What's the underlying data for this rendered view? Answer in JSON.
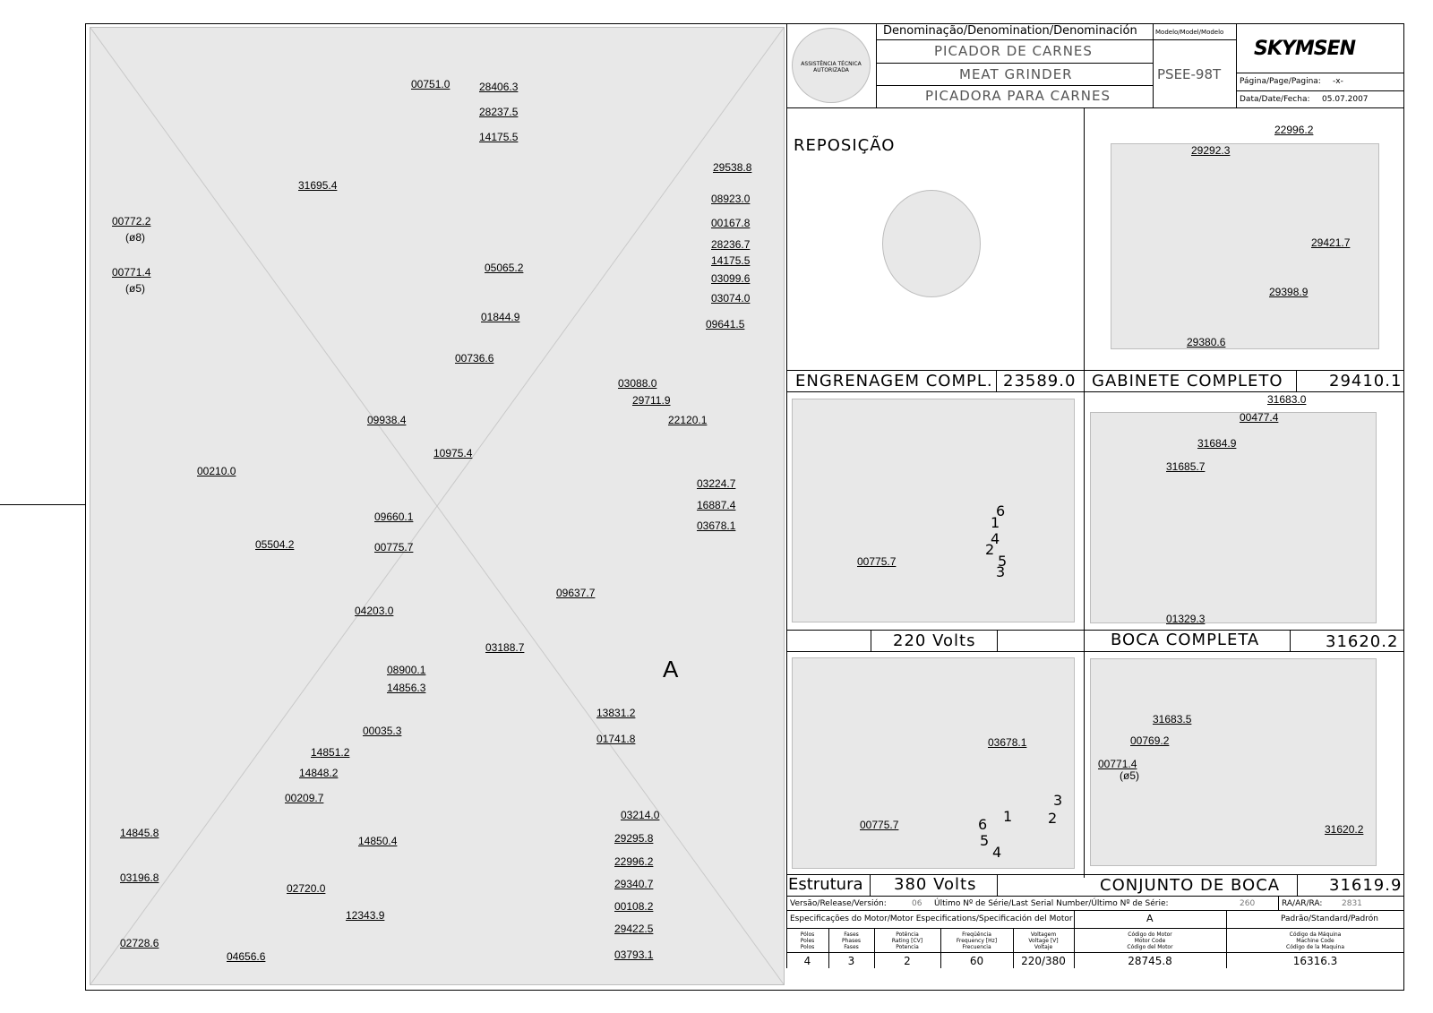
{
  "header": {
    "denomination_label": "Denominação/Denomination/Denominación",
    "model_label": "Modelo/Model/Modelo",
    "name_pt": "PICADOR DE CARNES",
    "name_en": "MEAT GRINDER",
    "name_es": "PICADORA PARA CARNES",
    "model": "PSEE-98T",
    "brand": "SKYMSEN",
    "seal_text": "ASSISTÊNCIA TÉCNICA AUTORIZADA",
    "page_label": "Página/Page/Pagina:",
    "page_value": "-x-",
    "date_label": "Data/Date/Fecha:",
    "date_value": "05.07.2007"
  },
  "drawing": {
    "callouts": [
      "00751.0",
      "31695.4",
      "00772.2",
      "(ø8)",
      "00771.4",
      "(ø5)",
      "05065.2",
      "01844.9",
      "28406.3",
      "28237.5",
      "14175.5",
      "29538.8",
      "08923.0",
      "00167.8",
      "28236.7",
      "14175.5",
      "03099.6",
      "03074.0",
      "09641.5",
      "00736.6",
      "09938.4",
      "10975.4",
      "03088.0",
      "29711.9",
      "22120.1",
      "00210.0",
      "03224.7",
      "16887.4",
      "03678.1",
      "09660.1",
      "00775.7",
      "05504.2",
      "09637.7",
      "04203.0",
      "03188.7",
      "A",
      "08900.1",
      "14856.3",
      "13831.2",
      "01741.8",
      "00035.3",
      "14851.2",
      "14848.2",
      "00209.7",
      "14850.4",
      "14845.8",
      "03196.8",
      "02728.6",
      "02720.0",
      "04656.6",
      "12343.9",
      "03214.0",
      "29295.8",
      "22996.2",
      "29340.7",
      "00108.2",
      "29422.5",
      "03793.1"
    ]
  },
  "panels": {
    "reposicao": {
      "title": "REPOSIÇÃO"
    },
    "engrenagem": {
      "label": "ENGRENAGEM COMPL.",
      "code": "23589.0"
    },
    "gabinete": {
      "label": "GABINETE COMPLETO",
      "code": "29410.1",
      "callouts": [
        "22996.2",
        "29292.3",
        "29421.7",
        "29398.9",
        "29380.6"
      ]
    },
    "volt220": {
      "label": "220 Volts",
      "callouts": [
        "00775.7"
      ],
      "wire_numbers": [
        "6",
        "1",
        "4",
        "2",
        "5",
        "3"
      ]
    },
    "boca": {
      "label": "BOCA COMPLETA",
      "code": "31620.2",
      "callouts": [
        "31683.0",
        "00477.4",
        "31684.9",
        "31685.7",
        "01329.3"
      ]
    },
    "volt380": {
      "structure": "Estrutura",
      "label": "380 Volts",
      "callouts": [
        "03678.1",
        "00775.7"
      ],
      "wire_numbers": [
        "3",
        "1",
        "2",
        "6",
        "5",
        "4"
      ]
    },
    "conjunto": {
      "label": "CONJUNTO DE BOCA",
      "code": "31619.9",
      "callouts": [
        "31683.5",
        "00769.2",
        "00771.4",
        "(ø5)",
        "31620.2"
      ]
    }
  },
  "footer": {
    "version_label": "Versão/Release/Versión:",
    "version_value": "06",
    "serial_label": "Último Nº de Série/Last Serial Number/Último Nº de Série:",
    "serial_value": "260",
    "ra_label": "RA/AR/RA:",
    "ra_value": "2831",
    "motor_spec_label": "Especificações do Motor/Motor Especifications/Specificación del Motor",
    "col_A": "A",
    "standard_label": "Padrão/Standard/Padrón",
    "headers": [
      [
        "Pólos",
        "Poles",
        "Polos"
      ],
      [
        "Fases",
        "Phases",
        "Fases"
      ],
      [
        "Potência",
        "Rating [CV]",
        "Potencia"
      ],
      [
        "Freqüência",
        "Frequency [Hz]",
        "Frecuencia"
      ],
      [
        "Voltagem",
        "Voltage [V]",
        "Voltaje"
      ],
      [
        "Código do Motor",
        "Motor Code",
        "Código del Motor"
      ],
      [
        "Código da Máquina",
        "Machine Code",
        "Código de la Maquina"
      ]
    ],
    "values": [
      "4",
      "3",
      "2",
      "60",
      "220/380",
      "28745.8",
      "16316.3"
    ]
  }
}
